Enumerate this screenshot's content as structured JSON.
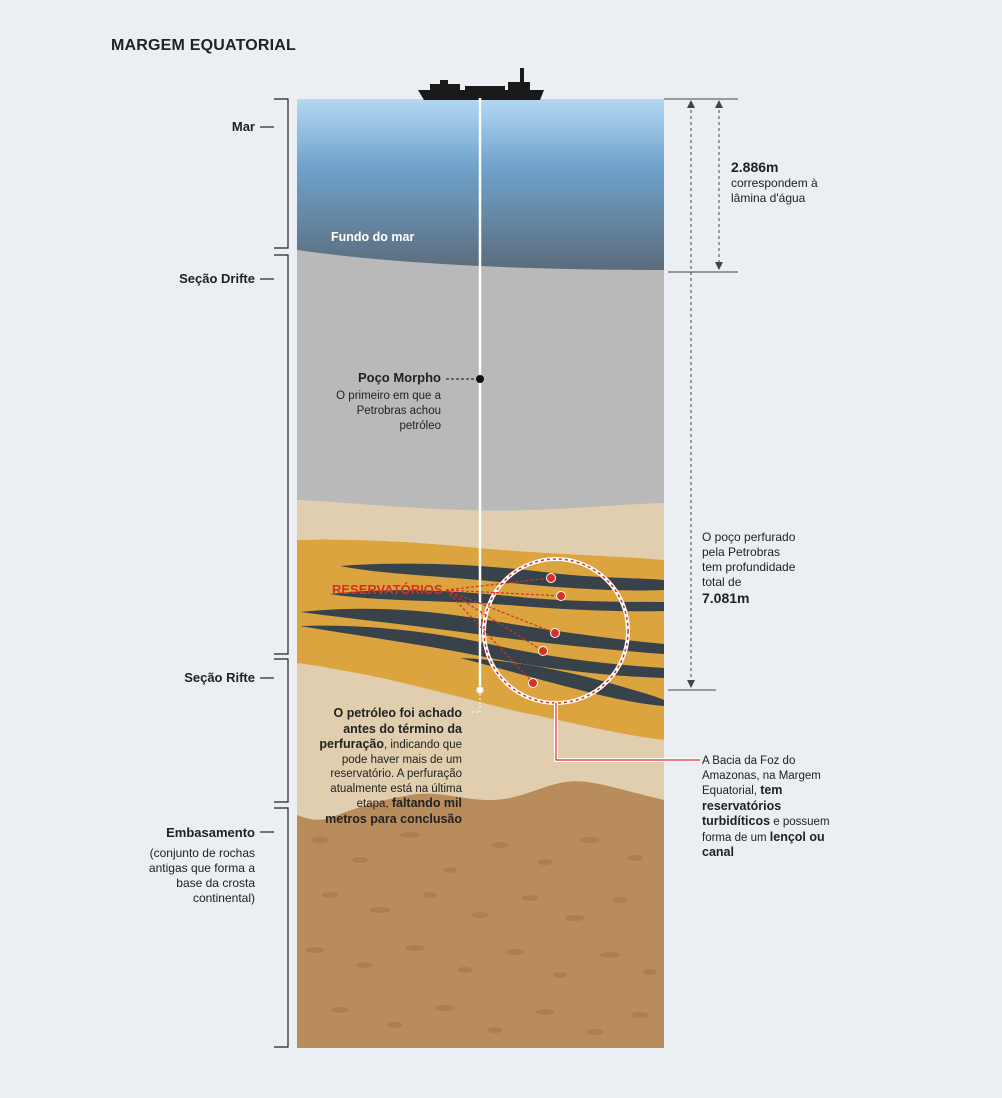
{
  "title": "MARGEM EQUATORIAL",
  "sections": {
    "mar": "Mar",
    "drifte": "Seção Drifte",
    "rifte": "Seção Rifte",
    "embasamento": "Embasamento",
    "embasamento_note": "(conjunto de rochas antigas que forma a base da crosta continental)"
  },
  "labels": {
    "fundo_do_mar": "Fundo do mar",
    "poco_morpho": "Poço Morpho",
    "poco_morpho_desc": "O primeiro em que a Petrobras achou petróleo",
    "reservatorios": "RESERVATÓRIOS"
  },
  "measures": {
    "water_depth": "2.886m",
    "water_depth_desc": "correspondem à lâmina d'água",
    "total_desc": "O poço perfurado pela Petrobras tem profundidade total de",
    "total_depth": "7.081m"
  },
  "notes": {
    "oil_bold": "O petróleo foi achado antes do término da perfuração",
    "oil_text": ", indicando que pode haver mais de um reservatório. A perfuração atualmente está na última etapa,",
    "oil_bold2": "faltando mil metros para conclusão",
    "basin_text": "A Bacia da Foz do Amazonas, na Margem Equatorial,",
    "basin_bold": "tem reservatórios turbidíticos",
    "basin_text2": "e possuem forma de um",
    "basin_bold2": "lençol ou canal"
  },
  "colors": {
    "sea_top": "#a9d0ee",
    "sea_bottom": "#5d6f80",
    "drifte": "#b9b9b9",
    "sand": "#e1ceae",
    "reservoir": "#dba43e",
    "dark_layer": "#37424a",
    "basement": "#b98c5c",
    "accent_red": "#d93025"
  }
}
